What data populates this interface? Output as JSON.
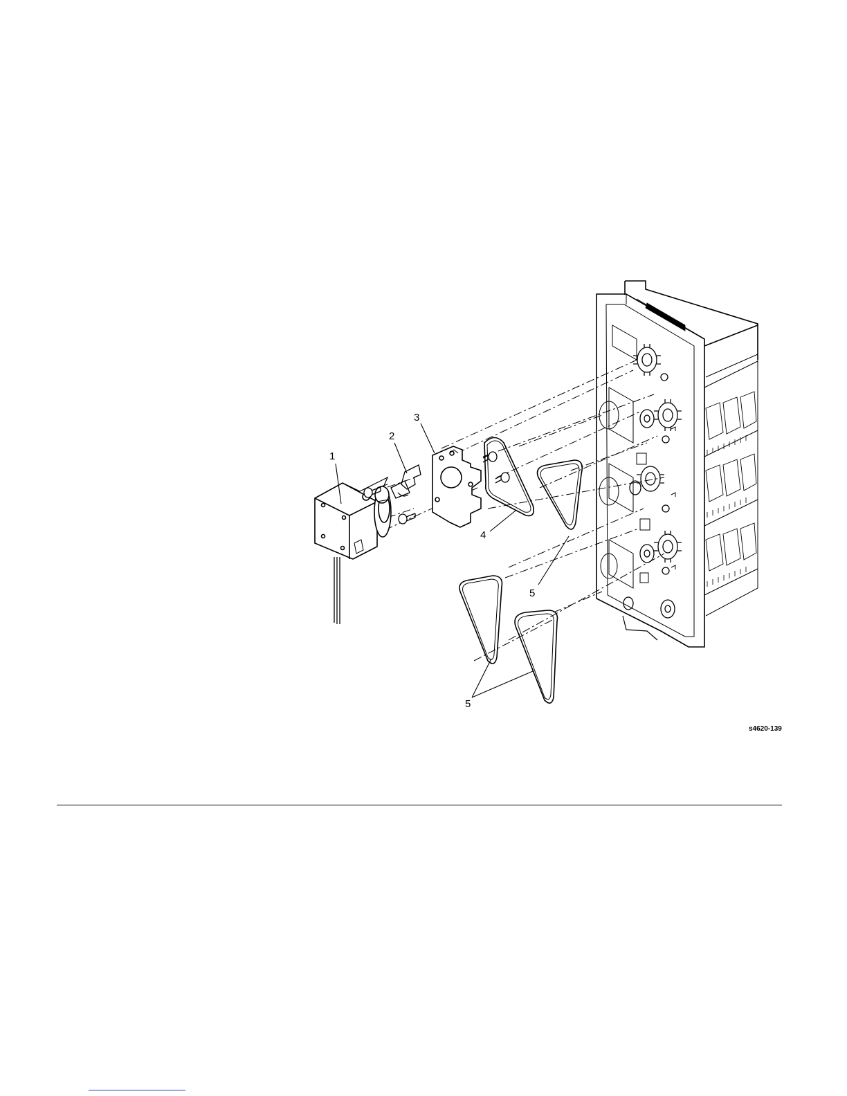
{
  "figure": {
    "callouts": [
      "1",
      "2",
      "3",
      "4",
      "5",
      "5",
      "5"
    ],
    "figure_id": "s4620-139"
  },
  "colors": {
    "line": "#000000",
    "link": "#1f3fbf"
  }
}
